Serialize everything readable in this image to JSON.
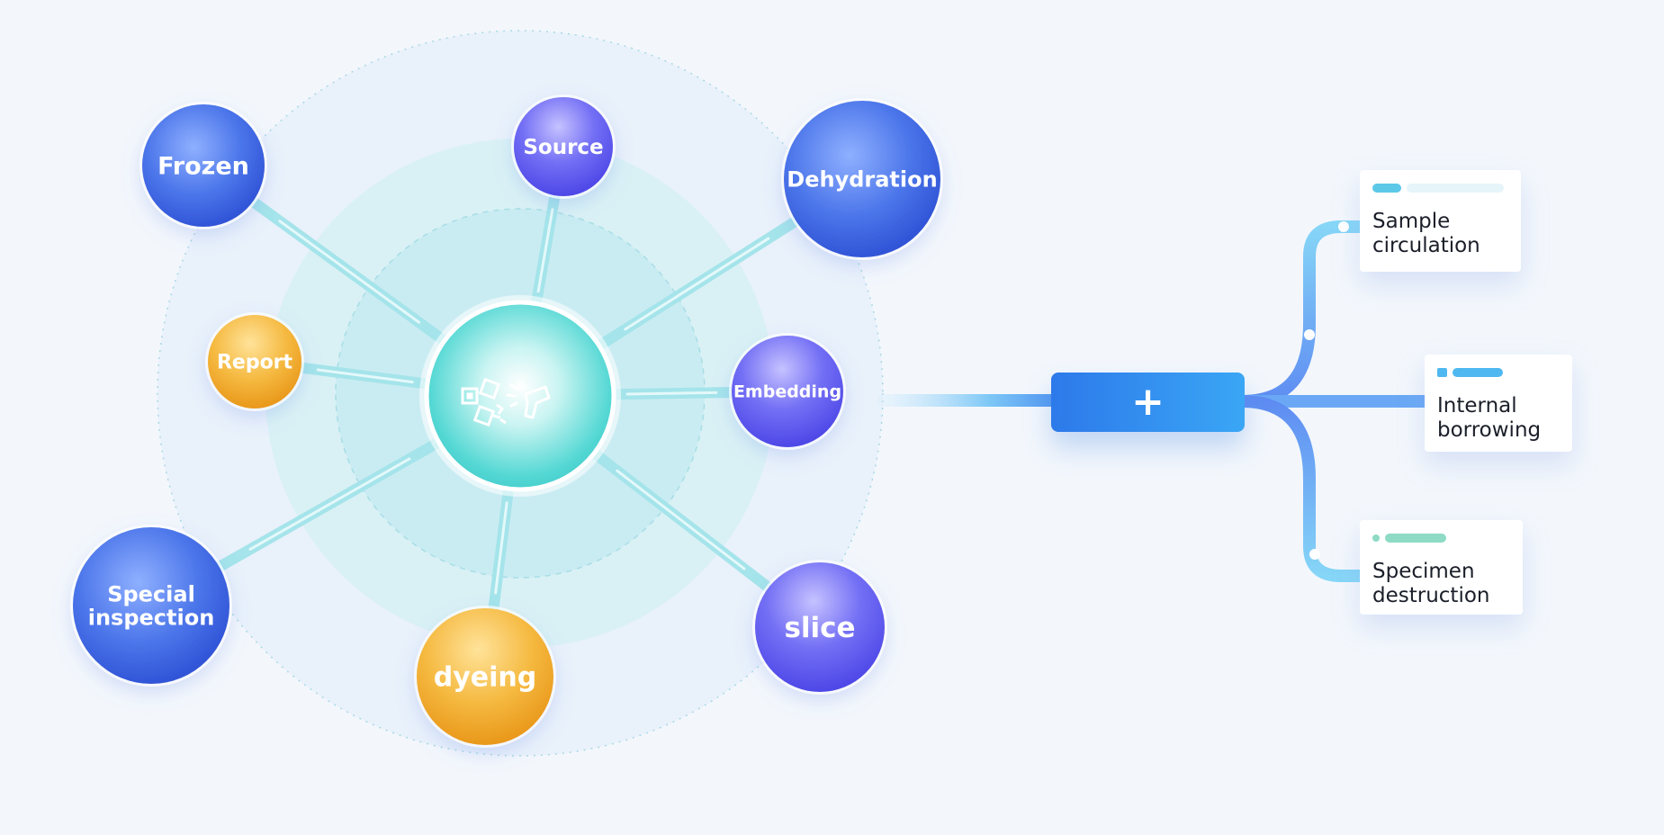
{
  "hub": {
    "icon": "qr-code-scanner-icon",
    "satellites": [
      {
        "id": "frozen",
        "label": "Frozen",
        "lines": [
          "Frozen"
        ],
        "color": "blue"
      },
      {
        "id": "source",
        "label": "Source",
        "lines": [
          "Source"
        ],
        "color": "violet"
      },
      {
        "id": "dehydration",
        "label": "Dehydration",
        "lines": [
          "Dehydration"
        ],
        "color": "blue"
      },
      {
        "id": "report",
        "label": "Report",
        "lines": [
          "Report"
        ],
        "color": "orange"
      },
      {
        "id": "embedding",
        "label": "Embedding",
        "lines": [
          "Embedding"
        ],
        "color": "violet"
      },
      {
        "id": "special-inspection",
        "label": "Special inspection",
        "lines": [
          "Special",
          "inspection"
        ],
        "color": "blue"
      },
      {
        "id": "dyeing",
        "label": "dyeing",
        "lines": [
          "dyeing"
        ],
        "color": "orange"
      },
      {
        "id": "slice",
        "label": "slice",
        "lines": [
          "slice"
        ],
        "color": "violet"
      }
    ]
  },
  "action": {
    "label": "+"
  },
  "branches": [
    {
      "id": "sample-circulation",
      "lines": [
        "Sample",
        "circulation"
      ],
      "accent": "#5cc8e8"
    },
    {
      "id": "internal-borrowing",
      "lines": [
        "Internal",
        "borrowing"
      ],
      "accent": "#4fb8f0"
    },
    {
      "id": "specimen-destruction",
      "lines": [
        "Specimen",
        "destruction"
      ],
      "accent": "#8ddbc4"
    }
  ],
  "colors": {
    "background": "#f3f7fc",
    "hub": "#4fd6d6",
    "blue": "#3a62e0",
    "violet": "#5a58ee",
    "orange": "#f0a92c",
    "connector": "#9ee3ea",
    "branch_line": "#6aa8f5"
  }
}
